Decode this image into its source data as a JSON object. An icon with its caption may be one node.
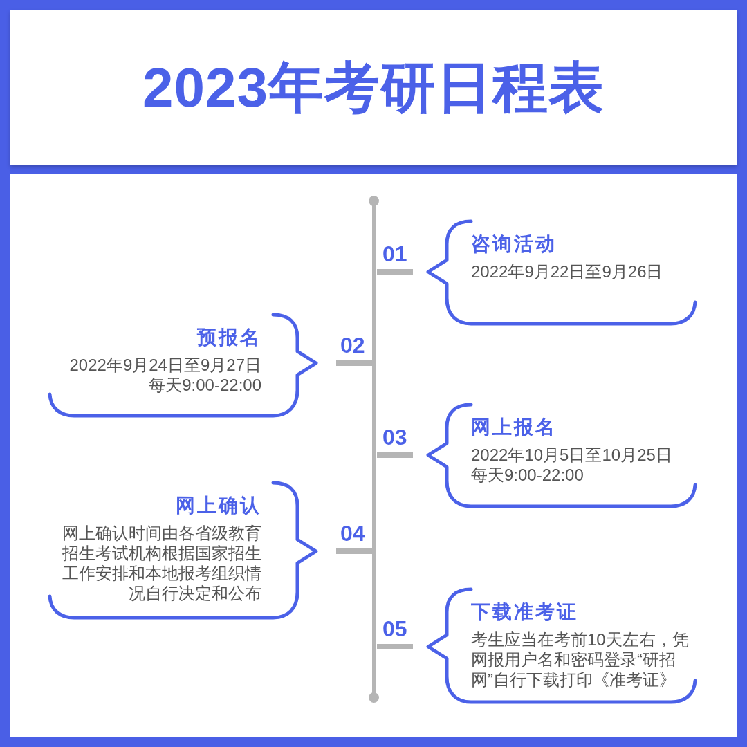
{
  "diagram": {
    "title": "2023年考研日程表",
    "nodes": [
      {
        "text": [
          "咨询活动",
          "2022年9月22日至9月26日"
        ],
        "beside": [
          "01"
        ]
      },
      {
        "text": [
          "预报名",
          "2022年9月24日至9月27日",
          "每天9:00-22:00"
        ],
        "beside": [
          "02"
        ]
      },
      {
        "text": [
          "网上报名",
          "2022年10月5日至10月25日",
          "每天9:00-22:00"
        ],
        "beside": [
          "03"
        ]
      },
      {
        "text": [
          "网上确认",
          "网上确认时间由各省级教育招生考试机构根据国家招生工作安排和本地报考组织情况自行决定和公布"
        ],
        "beside": [
          "04"
        ]
      },
      {
        "text": [
          "下载准考证",
          "考生应当在考前10天左右，凭网报用户名和密码登录“研招网”自行下载打印《准考证》"
        ],
        "beside": [
          "05"
        ]
      }
    ]
  }
}
